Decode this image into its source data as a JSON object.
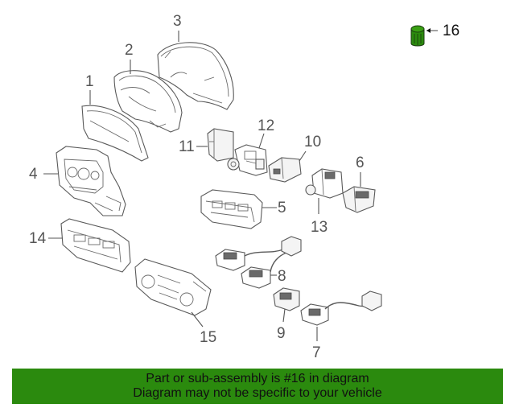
{
  "diagram": {
    "callouts": {
      "c1": "1",
      "c2": "2",
      "c3": "3",
      "c4": "4",
      "c5": "5",
      "c6": "6",
      "c7": "7",
      "c8": "8",
      "c9": "9",
      "c10": "10",
      "c11": "11",
      "c12": "12",
      "c13": "13",
      "c14": "14",
      "c15": "15",
      "c16": "16"
    },
    "highlighted_part": "16",
    "highlight_color": "#2b8a0e",
    "banner_color": "#2b8a0e"
  },
  "footer": {
    "line1": "Part or sub-assembly is #16 in diagram",
    "line2": "Diagram may not be specific to your vehicle"
  }
}
